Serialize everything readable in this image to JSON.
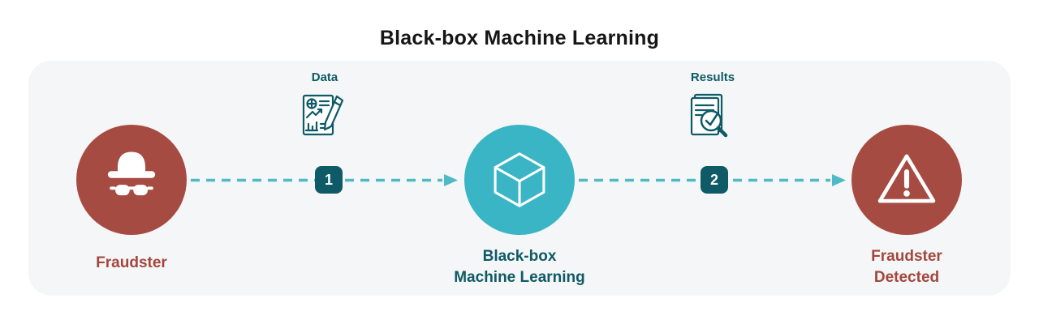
{
  "title": "Black-box Machine Learning",
  "diagram": {
    "nodes": {
      "fraudster": {
        "label": "Fraudster",
        "icon": "fraudster-spy-icon",
        "color": "#a64b42"
      },
      "blackbox": {
        "label_line1": "Black-box",
        "label_line2": "Machine Learning",
        "icon": "cube-icon",
        "color": "#3ab5c5"
      },
      "detected": {
        "label_line1": "Fraudster",
        "label_line2": "Detected",
        "icon": "warning-triangle-icon",
        "color": "#a64b42"
      }
    },
    "flows": {
      "data": {
        "step": "1",
        "label": "Data",
        "icon": "data-report-icon"
      },
      "results": {
        "step": "2",
        "label": "Results",
        "icon": "results-magnifier-icon"
      }
    }
  },
  "colors": {
    "node_maroon": "#a64b42",
    "node_teal": "#3ab5c5",
    "dark_teal": "#0e5a66",
    "arrow_teal": "#4dbac6",
    "label_maroon": "#a2473e",
    "panel_background": "#f5f6f7",
    "title_text": "#161616"
  }
}
